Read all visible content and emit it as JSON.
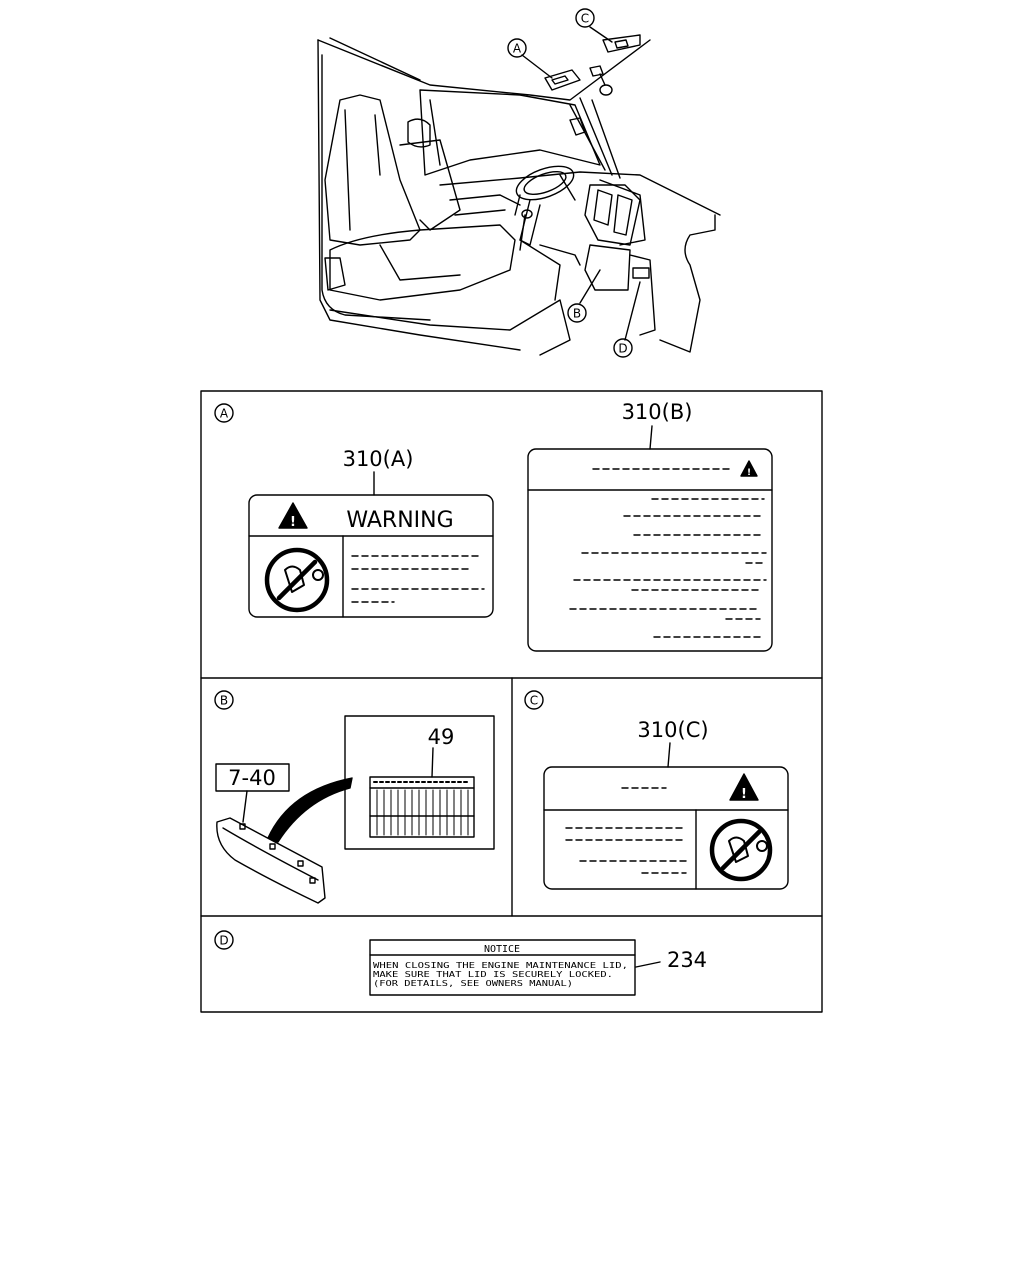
{
  "callouts": {
    "a": "A",
    "b": "B",
    "c": "C",
    "d": "D"
  },
  "panel_a": {
    "marker": "A",
    "label_a_ref": "310(A)",
    "label_a_heading": "WARNING",
    "label_b_ref": "310(B)"
  },
  "panel_b": {
    "marker": "B",
    "part_ref": "7-40",
    "label_ref": "49"
  },
  "panel_c": {
    "marker": "C",
    "label_c_ref": "310(C)"
  },
  "panel_d": {
    "marker": "D",
    "notice_title": "NOTICE",
    "notice_line1": "WHEN CLOSING THE ENGINE MAINTENANCE LID,",
    "notice_line2": "MAKE SURE THAT LID IS SECURELY LOCKED.",
    "notice_line3": "(FOR DETAILS, SEE OWNERS MANUAL)",
    "notice_ref": "234"
  }
}
